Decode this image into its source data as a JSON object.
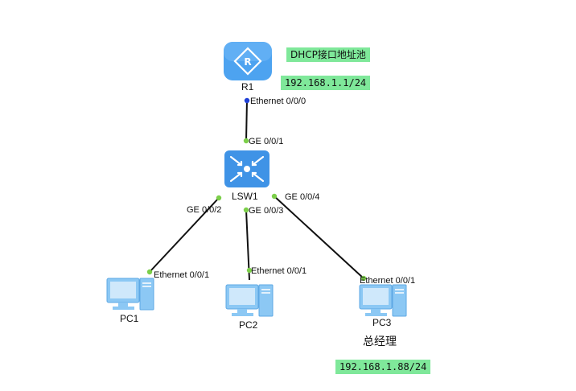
{
  "devices": {
    "router": {
      "name": "R1"
    },
    "switch": {
      "name": "LSW1"
    },
    "pc1": {
      "name": "PC1"
    },
    "pc2": {
      "name": "PC2"
    },
    "pc3": {
      "name": "PC3"
    }
  },
  "ports": {
    "r1_eth": "Ethernet 0/0/0",
    "sw_ge1": "GE 0/0/1",
    "sw_ge2": "GE 0/0/2",
    "sw_ge3": "GE 0/0/3",
    "sw_ge4": "GE 0/0/4",
    "pc1_eth": "Ethernet 0/0/1",
    "pc2_eth": "Ethernet 0/0/1",
    "pc3_eth": "Ethernet 0/0/1"
  },
  "notes": {
    "dhcp_pool": "DHCP接口地址池",
    "dhcp_subnet": "192.168.1.1/24",
    "manager_label": "总经理",
    "manager_ip": "192.168.1.88/24"
  },
  "colors": {
    "router_blue": "#4da3f0",
    "switch_blue": "#3f93e6",
    "pc_blue": "#8cc8f4",
    "port_up": "#7ccf4a",
    "port_router": "#1f3fd6",
    "note_green": "#7fe89a"
  }
}
